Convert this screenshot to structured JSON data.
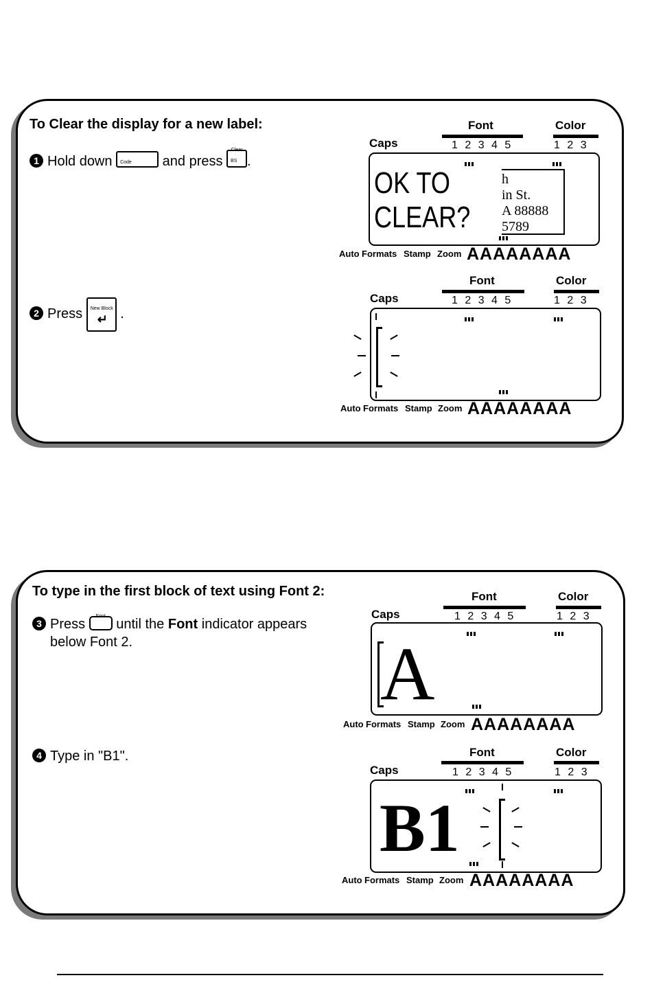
{
  "panel1": {
    "title": "To Clear the display for a new label:",
    "step1": {
      "num": "1",
      "t1": "Hold down",
      "key1": "Code",
      "t2": "and press",
      "key2_top": "Clear",
      "key2": "BS",
      "t3": "."
    },
    "step2": {
      "num": "2",
      "t1": "Press",
      "key": "New Block",
      "key_symbol": "↵",
      "t2": "."
    }
  },
  "panel2": {
    "title": "To type in the first block of text using Font 2:",
    "step3": {
      "num": "3",
      "t1": "Press",
      "key_top": "Font",
      "t2": "until the",
      "bold": "Font",
      "t3": "indicator appears",
      "line2": "below Font 2."
    },
    "step4": {
      "num": "4",
      "t1": "Type in \"B1\"."
    }
  },
  "lcd_header": {
    "font": "Font",
    "color": "Color",
    "caps": "Caps",
    "font_nums": "1 2 3 4 5",
    "color_nums": "1 2 3"
  },
  "lcd_footer": {
    "auto": "Auto",
    "formats": "Formats",
    "stamp": "Stamp",
    "zoom": "Zoom",
    "styles": "AAAAAAAA"
  },
  "displays": {
    "d1": {
      "line1": "OK TO",
      "line2": "CLEAR?",
      "bg1": "h",
      "bg2": "in St.",
      "bg3": "A 88888",
      "bg4": "5789"
    },
    "d3": {
      "text": "A"
    },
    "d4": {
      "text": "B1"
    }
  }
}
